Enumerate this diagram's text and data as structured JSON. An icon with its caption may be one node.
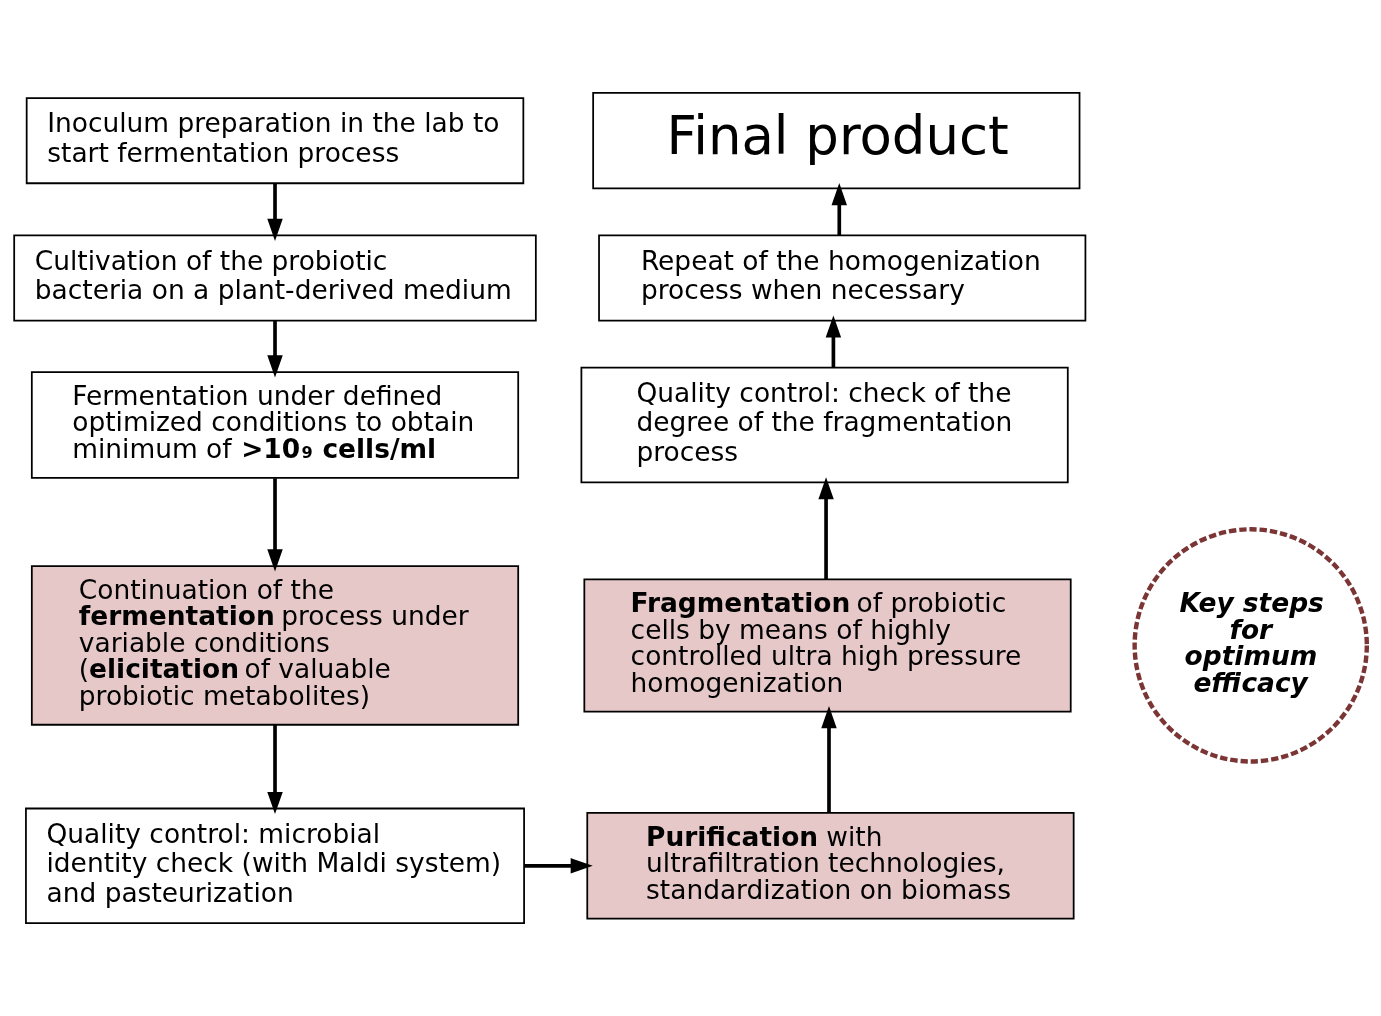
{
  "diagram": {
    "nodes": [
      {
        "text": [
          "Inoculum preparation in the lab to start fermentation process"
        ]
      },
      {
        "text": [
          "Cultivation of the probiotic bacteria on a plant-derived medium"
        ]
      },
      {
        "text": [
          "Fermentation under defined optimized conditions to obtain minimum of **>10$^{9}$ cells/ml**"
        ]
      },
      {
        "text": [
          "Continuation of the **fermentation** process under variable conditions (**elicitation** of valuable probiotic metabolites)"
        ]
      },
      {
        "text": [
          "Quality control: microbial identity check (with Maldi system) and pasteurization"
        ]
      },
      {
        "text": [
          "**Purification** with ultrafiltration technologies, standardization on biomass"
        ]
      },
      {
        "text": [
          "**Fragmentation** of probiotic cells by means of highly controlled ultra high pressure homogenization"
        ]
      },
      {
        "text": [
          "Quality control: check of the degree of the fragmentation process"
        ]
      },
      {
        "text": [
          "Repeat of the homogenization process when necessary"
        ]
      },
      {
        "text": [
          "Final product"
        ]
      },
      {
        "text": [
          "Key steps for optimum efficacy"
        ]
      }
    ],
    "edges": [
      {
        "from": 0,
        "to": 1,
        "arrow": "to"
      },
      {
        "from": 1,
        "to": 2,
        "arrow": "to"
      },
      {
        "from": 2,
        "to": 3,
        "arrow": "to"
      },
      {
        "from": 3,
        "to": 4,
        "arrow": "to"
      },
      {
        "from": 4,
        "to": 5,
        "arrow": "to"
      },
      {
        "from": 5,
        "to": 6,
        "arrow": "to"
      },
      {
        "from": 6,
        "to": 7,
        "arrow": "to"
      },
      {
        "from": 7,
        "to": 8,
        "arrow": "to"
      },
      {
        "from": 8,
        "to": 9,
        "arrow": "to"
      }
    ]
  }
}
